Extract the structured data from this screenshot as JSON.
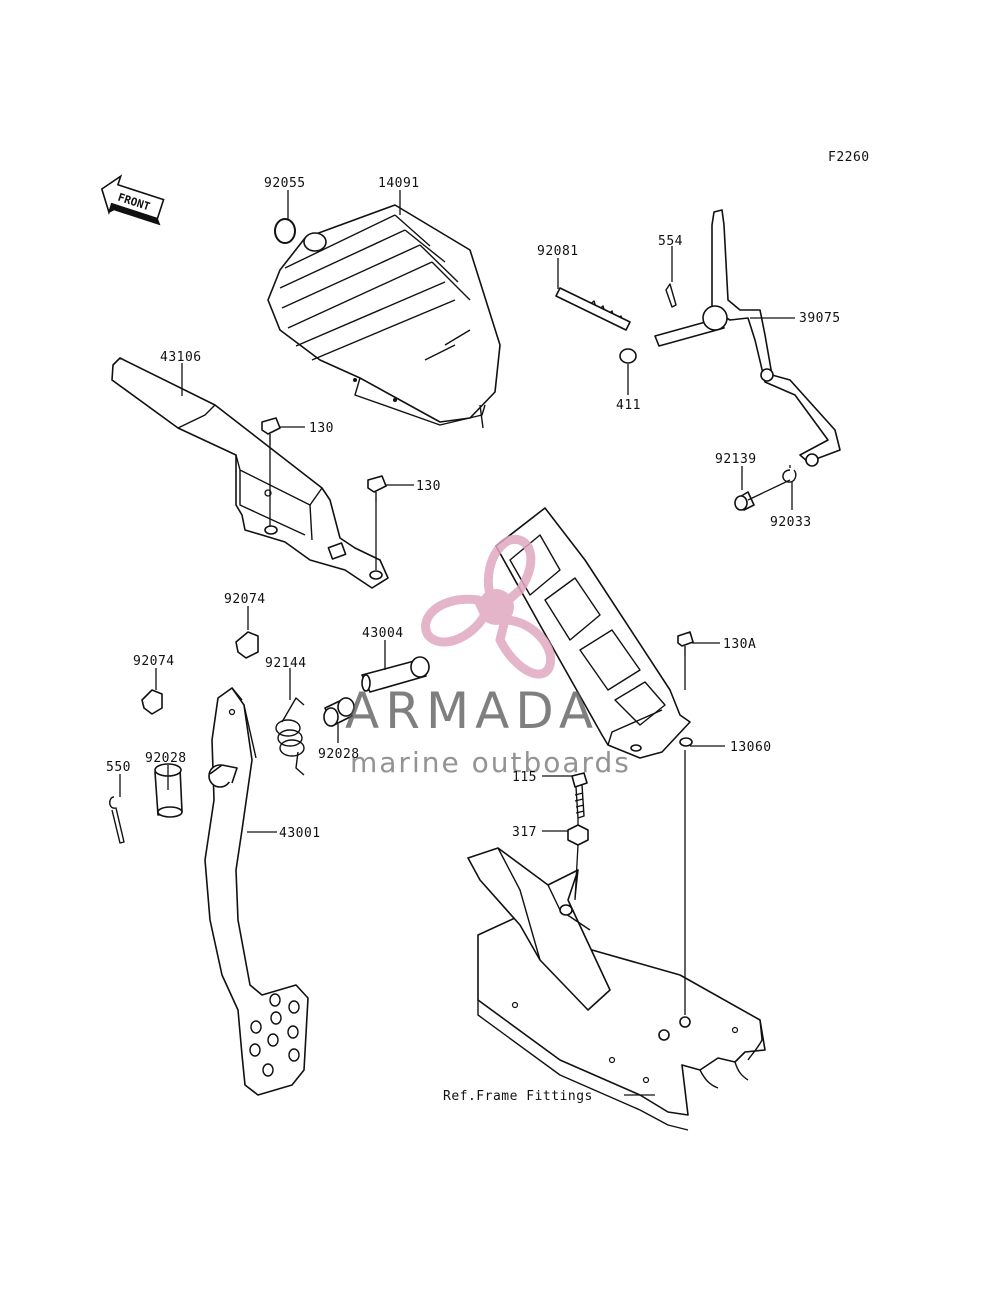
{
  "figure_code": "F2260",
  "direction_badge": "FRONT",
  "reference_note": "Ref.Frame Fittings",
  "watermark": {
    "brand": "ARMADA",
    "tagline": "marine outboards",
    "accent_color": "#e0a8c0"
  },
  "part_labels": {
    "p92055": "92055",
    "p14091": "14091",
    "p92081": "92081",
    "p554": "554",
    "p39075": "39075",
    "p411": "411",
    "p43106": "43106",
    "p130a": "130",
    "p130b": "130",
    "p92139": "92139",
    "p92033": "92033",
    "p92074a": "92074",
    "p92074b": "92074",
    "p43004": "43004",
    "p92144": "92144",
    "p130A": "130A",
    "p92028a": "92028",
    "p92028b": "92028",
    "p550": "550",
    "p13060": "13060",
    "p115": "115",
    "p43001": "43001",
    "p317": "317"
  }
}
